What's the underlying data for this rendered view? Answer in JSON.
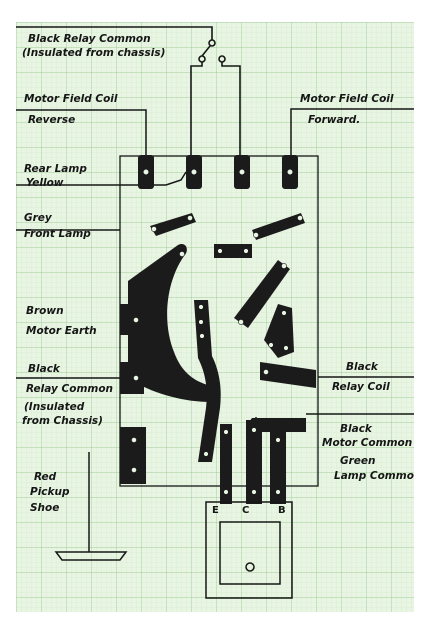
{
  "paper": {
    "grid_color_minor": "#cfe6c8",
    "grid_color_major": "#9fcb96",
    "paper_color": "#e8f5e3",
    "ink_color": "#161616"
  },
  "labels": {
    "relay_common_top_1": "Black  Relay Common",
    "relay_common_top_2": "(Insulated from chassis)",
    "field_coil_reverse_1": "Motor Field Coil",
    "field_coil_reverse_2": "Reverse",
    "field_coil_forward_1": "Motor Field Coil",
    "field_coil_forward_2": "Forward.",
    "rear_lamp_1": "Rear Lamp",
    "rear_lamp_2": "Yellow",
    "front_lamp_1": "Grey",
    "front_lamp_2": "Front Lamp",
    "motor_earth_1": "Brown",
    "motor_earth_2": "Motor Earth",
    "relay_common_left_1": "Black",
    "relay_common_left_2": "Relay Common",
    "insulated_1": "(Insulated",
    "insulated_2": "from Chassis)",
    "pickup_1": "Red",
    "pickup_2": "Pickup",
    "pickup_3": "Shoe",
    "relay_coil_1": "Black",
    "relay_coil_2": "Relay Coil",
    "motor_common_1": "Black",
    "motor_common_2": "Motor Common",
    "lamp_common_1": "Green",
    "lamp_common_2": "Lamp Common"
  },
  "transistor": {
    "pin_e": "E",
    "pin_c": "C",
    "pin_b": "B",
    "mount_symbol": "⊕"
  }
}
